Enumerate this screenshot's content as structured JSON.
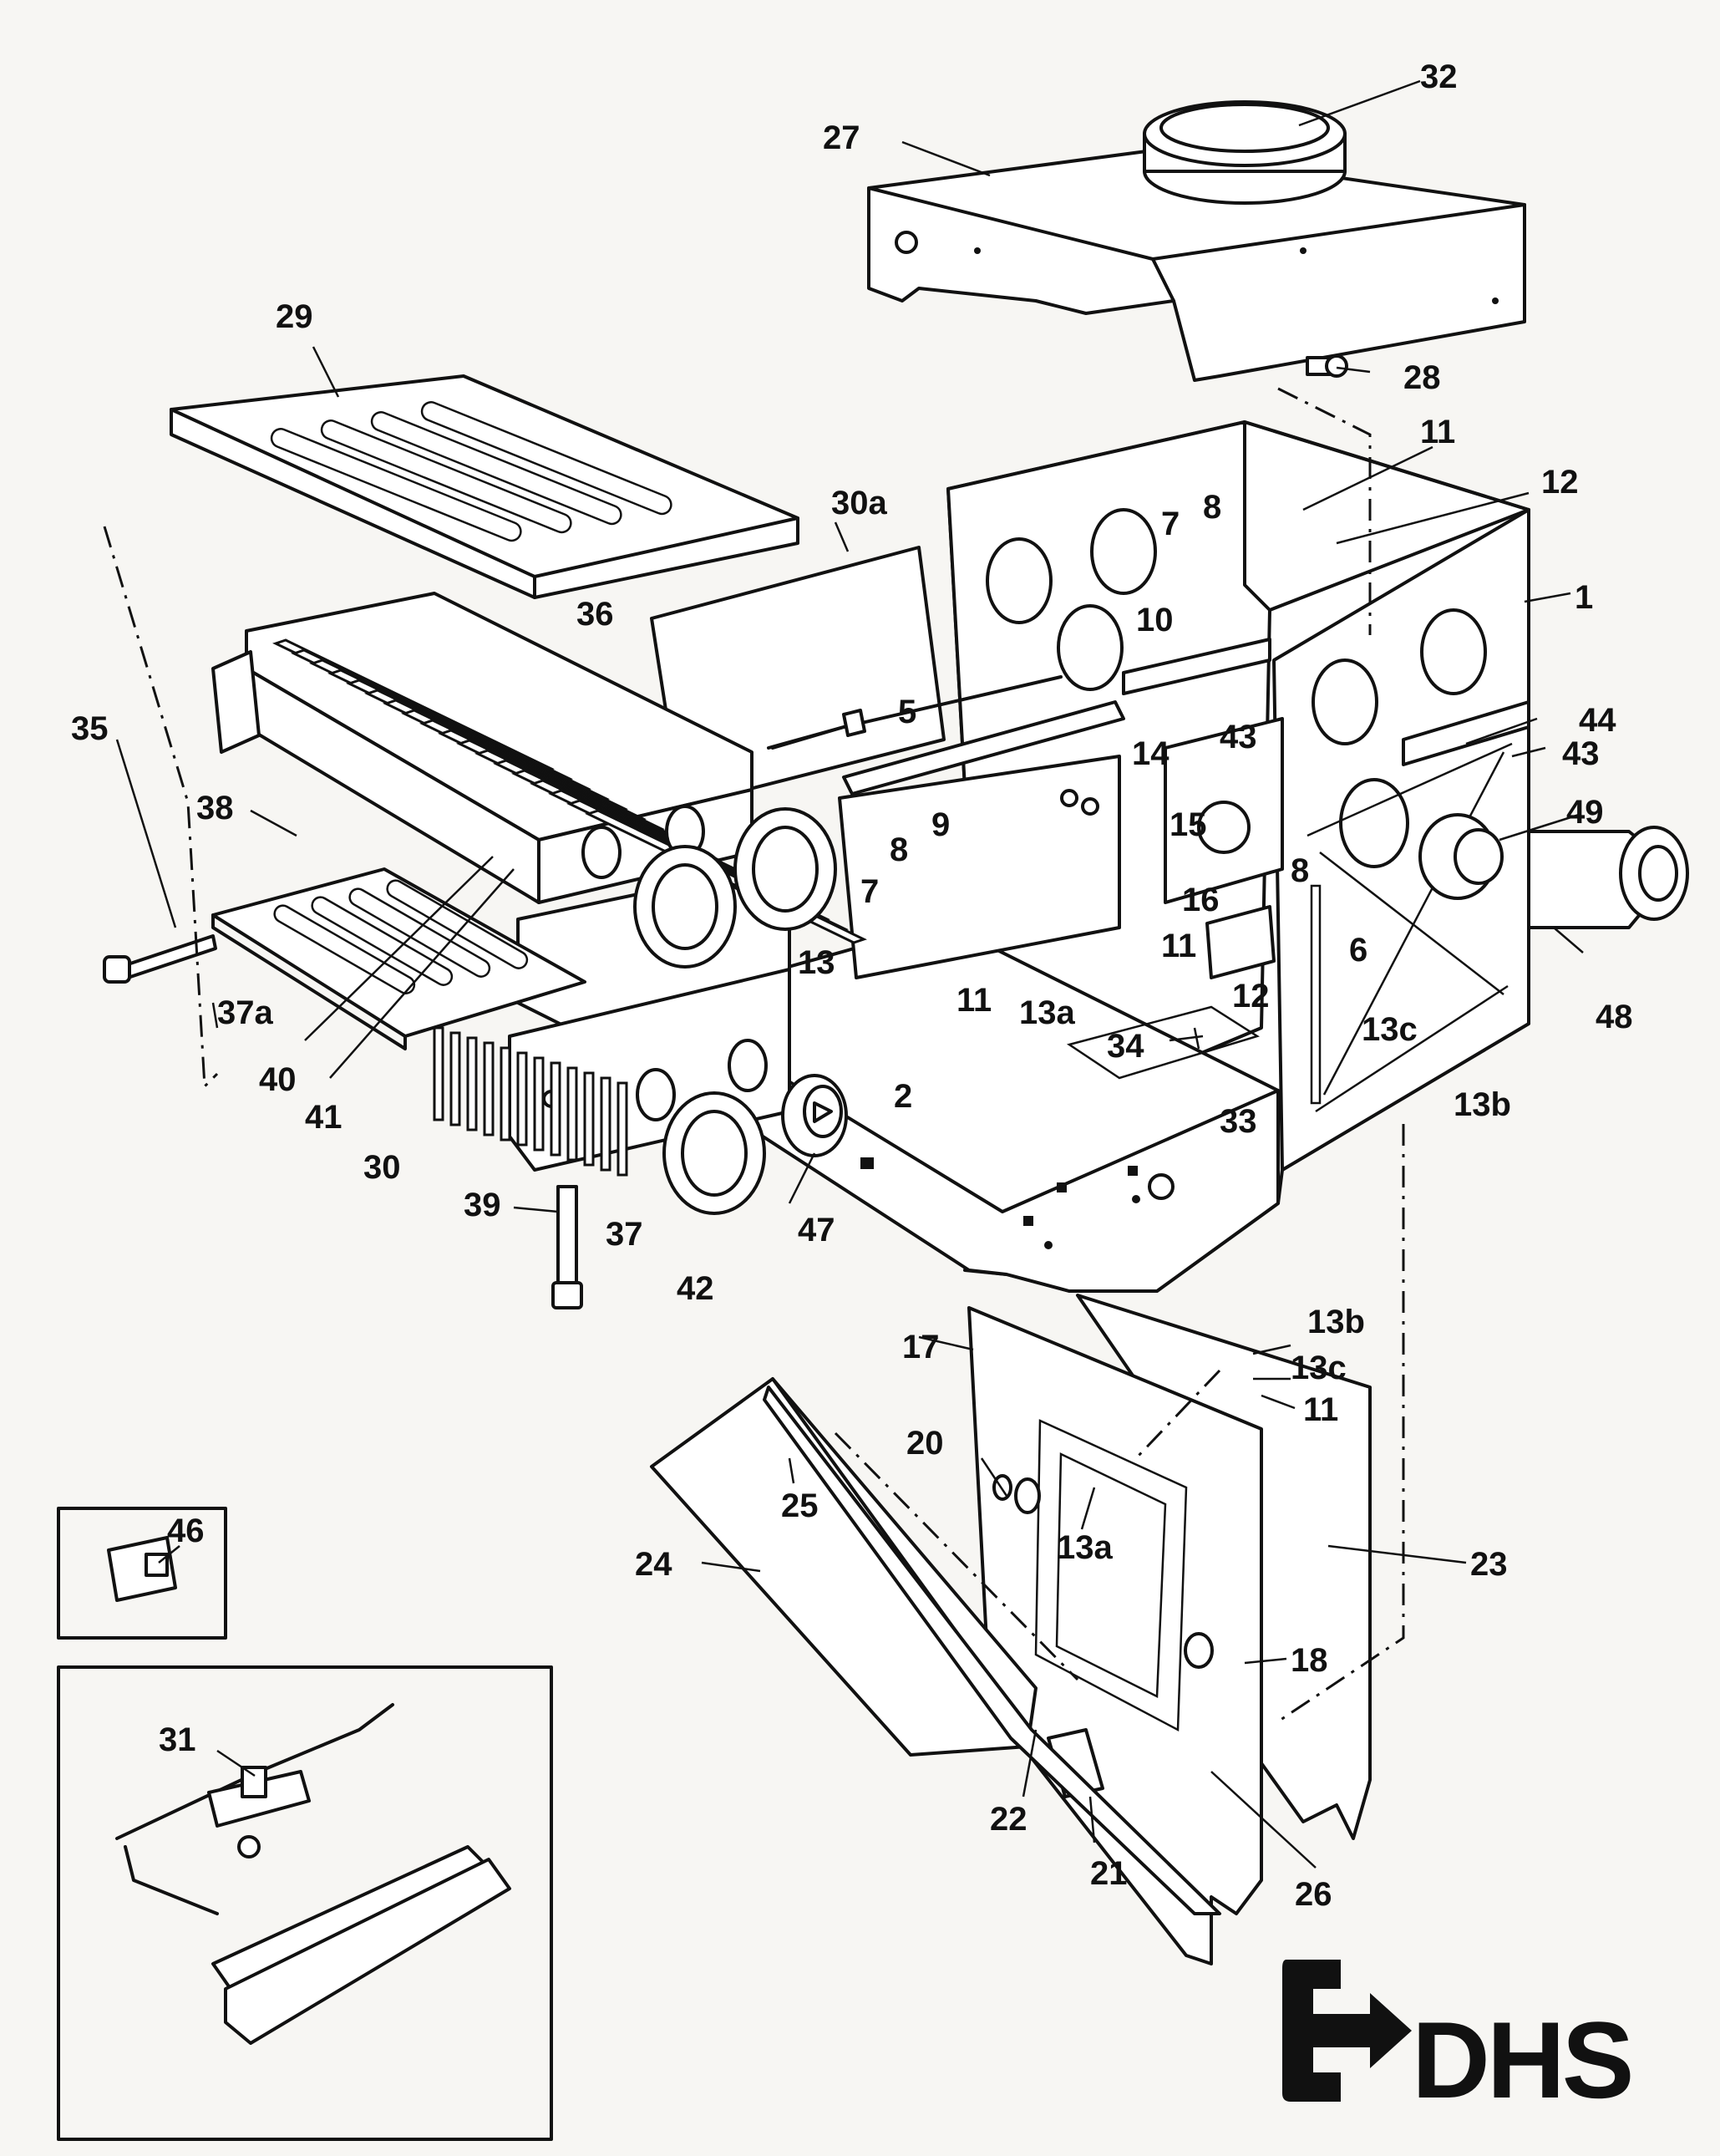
{
  "diagram": {
    "callouts": {
      "c1": "1",
      "c2": "2",
      "c5": "5",
      "c6": "6",
      "c7a": "7",
      "c7b": "7",
      "c8a": "8",
      "c8b": "8",
      "c8c": "8",
      "c9": "9",
      "c10": "10",
      "c11a": "11",
      "c11b": "11",
      "c11c": "11",
      "c11d": "11",
      "c12a": "12",
      "c12b": "12",
      "c13": "13",
      "c13a": "13a",
      "c13a2": "13a",
      "c13b": "13b",
      "c13b2": "13b",
      "c13c": "13c",
      "c13c2": "13c",
      "c14": "14",
      "c15": "15",
      "c16": "16",
      "c17": "17",
      "c18": "18",
      "c20": "20",
      "c21": "21",
      "c22": "22",
      "c23": "23",
      "c24": "24",
      "c25": "25",
      "c26": "26",
      "c27": "27",
      "c28": "28",
      "c29": "29",
      "c30": "30",
      "c30a": "30a",
      "c31": "31",
      "c32": "32",
      "c33": "33",
      "c34": "34",
      "c35": "35",
      "c36": "36",
      "c37": "37",
      "c37a": "37a",
      "c38": "38",
      "c39": "39",
      "c40": "40",
      "c41": "41",
      "c42": "42",
      "c43a": "43",
      "c43b": "43",
      "c44": "44",
      "c46": "46",
      "c47": "47",
      "c48": "48",
      "c49": "49"
    },
    "logo": {
      "text": "DHS",
      "icon": "arrow-into-bracket-icon"
    }
  }
}
